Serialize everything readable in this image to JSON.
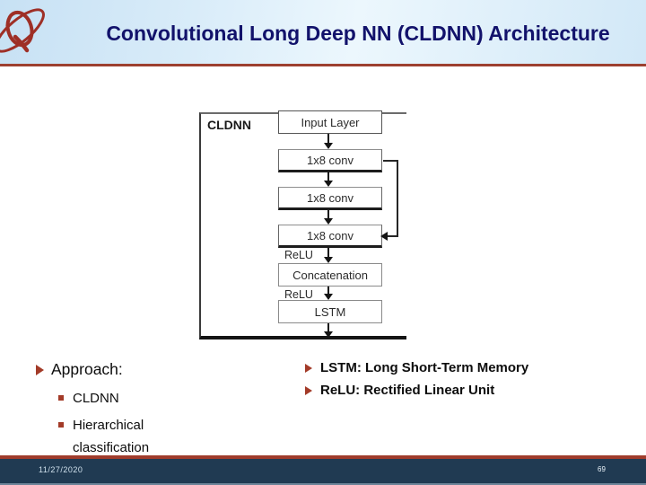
{
  "slide": {
    "title": "Convolutional Long Deep NN (CLDNN) Architecture",
    "footer": {
      "date": "11/27/2020",
      "page": "69"
    }
  },
  "diagram": {
    "label": "CLDNN",
    "nodes": [
      "Input Layer",
      "1x8 conv",
      "1x8 conv",
      "1x8 conv",
      "Concatenation",
      "LSTM"
    ],
    "relu_labels": [
      "ReLU",
      "ReLU"
    ]
  },
  "bullets": {
    "left": {
      "heading": "Approach:",
      "items": [
        "CLDNN",
        "Hierarchical classification"
      ]
    },
    "right": [
      "LSTM: Long Short-Term Memory",
      "ReLU: Rectified Linear Unit"
    ]
  },
  "icons": {
    "logo": "q-orbit-logo"
  },
  "colors": {
    "accent_maroon": "#a33b28",
    "header_blue": "#d2e8f7",
    "title_navy": "#12126b",
    "footer_navy": "#203a52"
  }
}
